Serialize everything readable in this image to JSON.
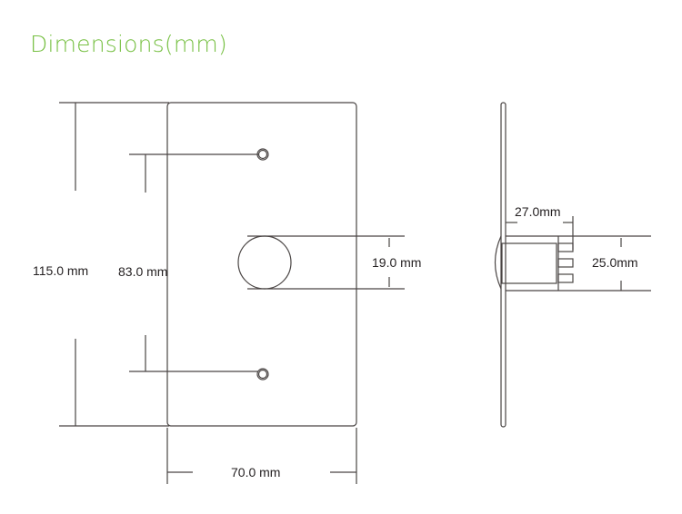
{
  "title": "Dimensions(mm)",
  "colors": {
    "title": "#77c043",
    "line": "#4a4544",
    "text": "#231f20"
  },
  "front_view": {
    "overall_height": "115.0 mm",
    "hole_spacing": "83.0 mm",
    "button_diameter": "19.0 mm",
    "width": "70.0 mm"
  },
  "side_view": {
    "depth": "27.0mm",
    "body_height": "25.0mm"
  }
}
